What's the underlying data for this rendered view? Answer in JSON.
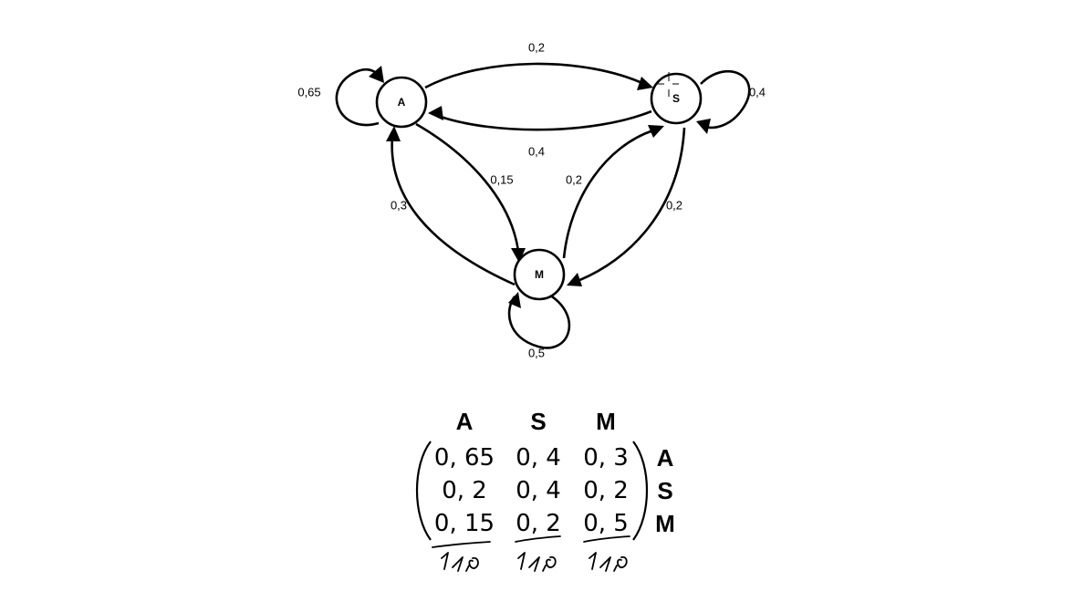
{
  "diagram": {
    "nodes": [
      {
        "id": "A",
        "label": "A"
      },
      {
        "id": "S",
        "label": "S"
      },
      {
        "id": "M",
        "label": "M"
      }
    ],
    "edges": [
      {
        "from": "A",
        "to": "A",
        "label": "0,65"
      },
      {
        "from": "A",
        "to": "S",
        "label": "0,2"
      },
      {
        "from": "S",
        "to": "A",
        "label": "0,4"
      },
      {
        "from": "A",
        "to": "M",
        "label": "0,15"
      },
      {
        "from": "M",
        "to": "A",
        "label": "0,3"
      },
      {
        "from": "M",
        "to": "S",
        "label": "0,2"
      },
      {
        "from": "S",
        "to": "M",
        "label": "0,2"
      },
      {
        "from": "S",
        "to": "S",
        "label": "0,4"
      },
      {
        "from": "M",
        "to": "M",
        "label": "0,5"
      }
    ]
  },
  "matrix": {
    "column_headers": [
      "A",
      "S",
      "M"
    ],
    "row_headers": [
      "A",
      "S",
      "M"
    ],
    "rows": [
      [
        "0, 65",
        "0, 4",
        "0, 3"
      ],
      [
        "0, 2",
        "0, 4",
        "0, 2"
      ],
      [
        "0, 15",
        "0, 2",
        "0, 5"
      ]
    ],
    "column_sums": [
      "1,0",
      "1,0",
      "1,0"
    ]
  }
}
